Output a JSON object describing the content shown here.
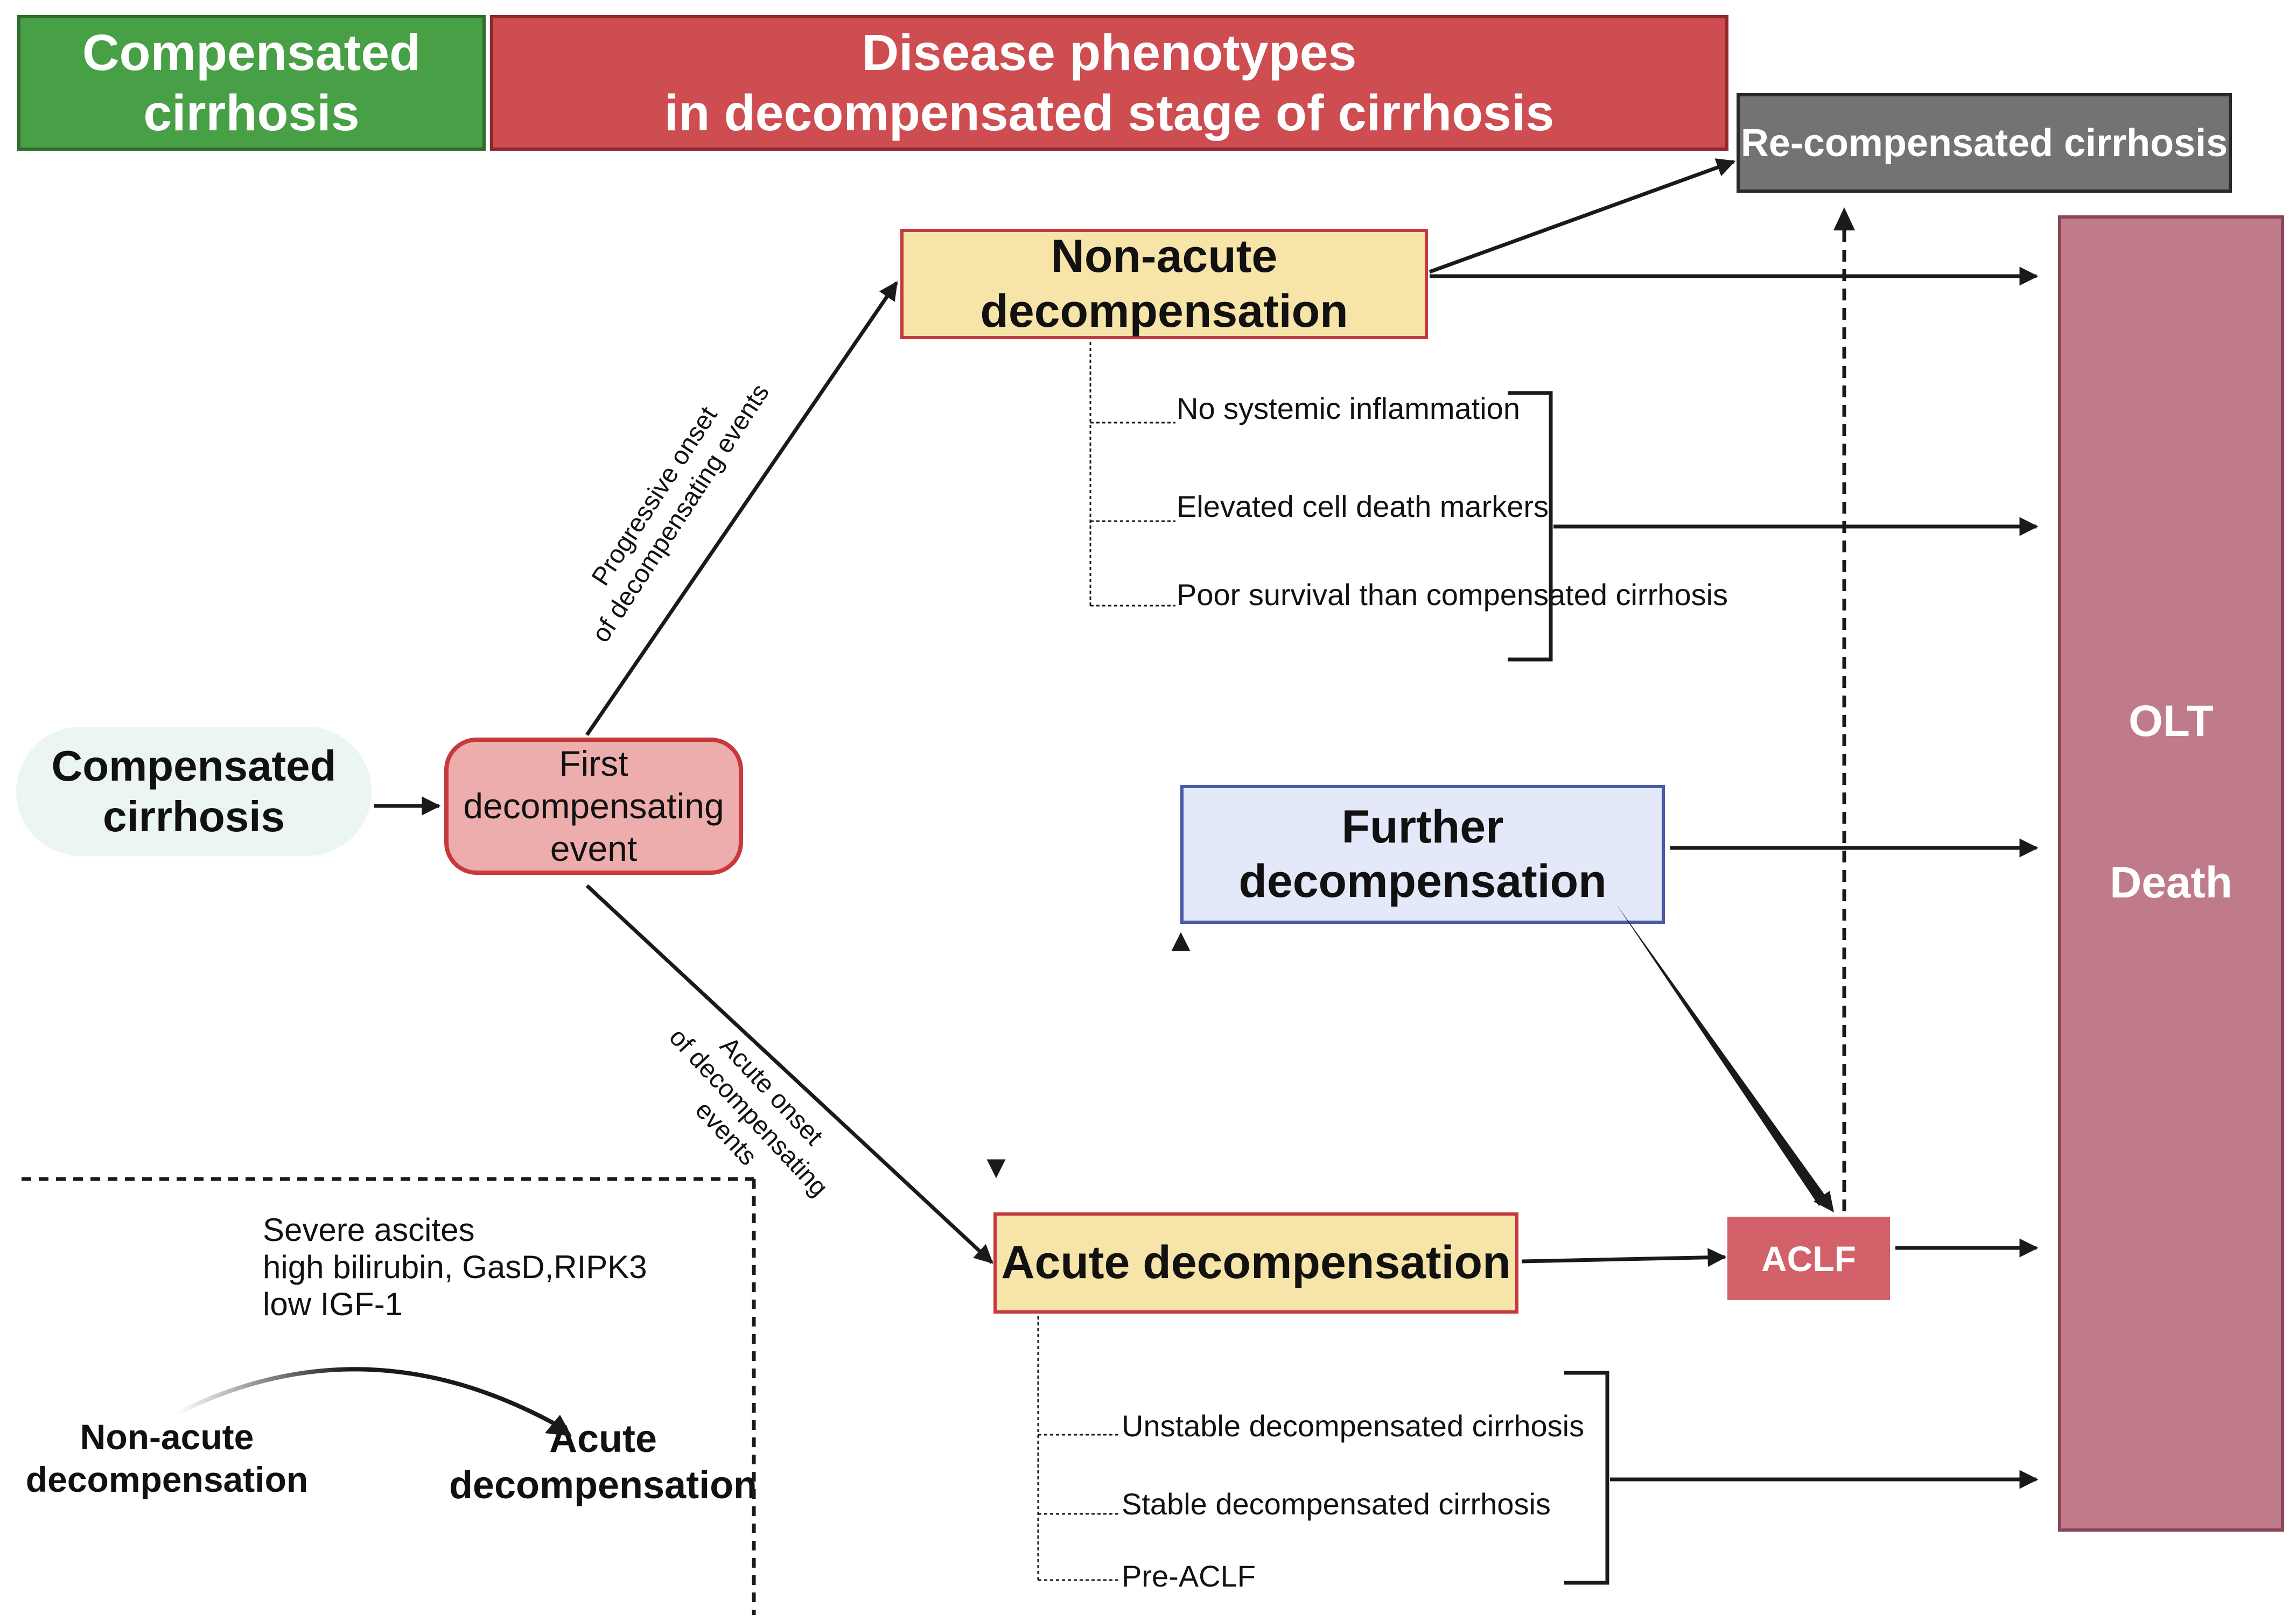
{
  "header": {
    "compensated": "Compensated\ncirrhosis",
    "disease": "Disease phenotypes\nin decompensated stage of cirrhosis",
    "recompensated": "Re-compensated cirrhosis"
  },
  "nodes": {
    "compensated_pill": "Compensated\ncirrhosis",
    "first_event": "First\ndecompensating\nevent",
    "non_acute": "Non-acute\ndecompensation",
    "further": "Further\ndecompensation",
    "acute": "Acute decompensation",
    "aclf": "ACLF",
    "outcome_olt": "OLT",
    "outcome_death": "Death"
  },
  "edge_labels": {
    "progressive": "Progressive onset\nof decompensating events",
    "acute_onset": "Acute onset\nof decompensating\nevents"
  },
  "non_acute_features": [
    "No systemic inflammation",
    "Elevated cell death markers",
    "Poor survival than\ncompensated cirrhosis"
  ],
  "acute_features": [
    "Unstable decompensated cirrhosis",
    "Stable decompensated cirrhosis",
    "Pre-ACLF"
  ],
  "inset": {
    "notes": "Severe ascites\nhigh bilirubin, GasD,RIPK3\nlow IGF-1",
    "from_label": "Non-acute\ndecompensation",
    "to_label": "Acute\ndecompensation"
  },
  "colors": {
    "green": "#48a046",
    "red_header": "#cd4d50",
    "gray": "#737373",
    "olt_death": "#c07b8b",
    "non_acute_fill": "#f7e4a8",
    "further_fill": "#e3e9f8",
    "further_border": "#4a5ba6",
    "aclf": "#d2616a",
    "first_fill": "#eeadad",
    "pill_fill": "#ebf6f3"
  }
}
